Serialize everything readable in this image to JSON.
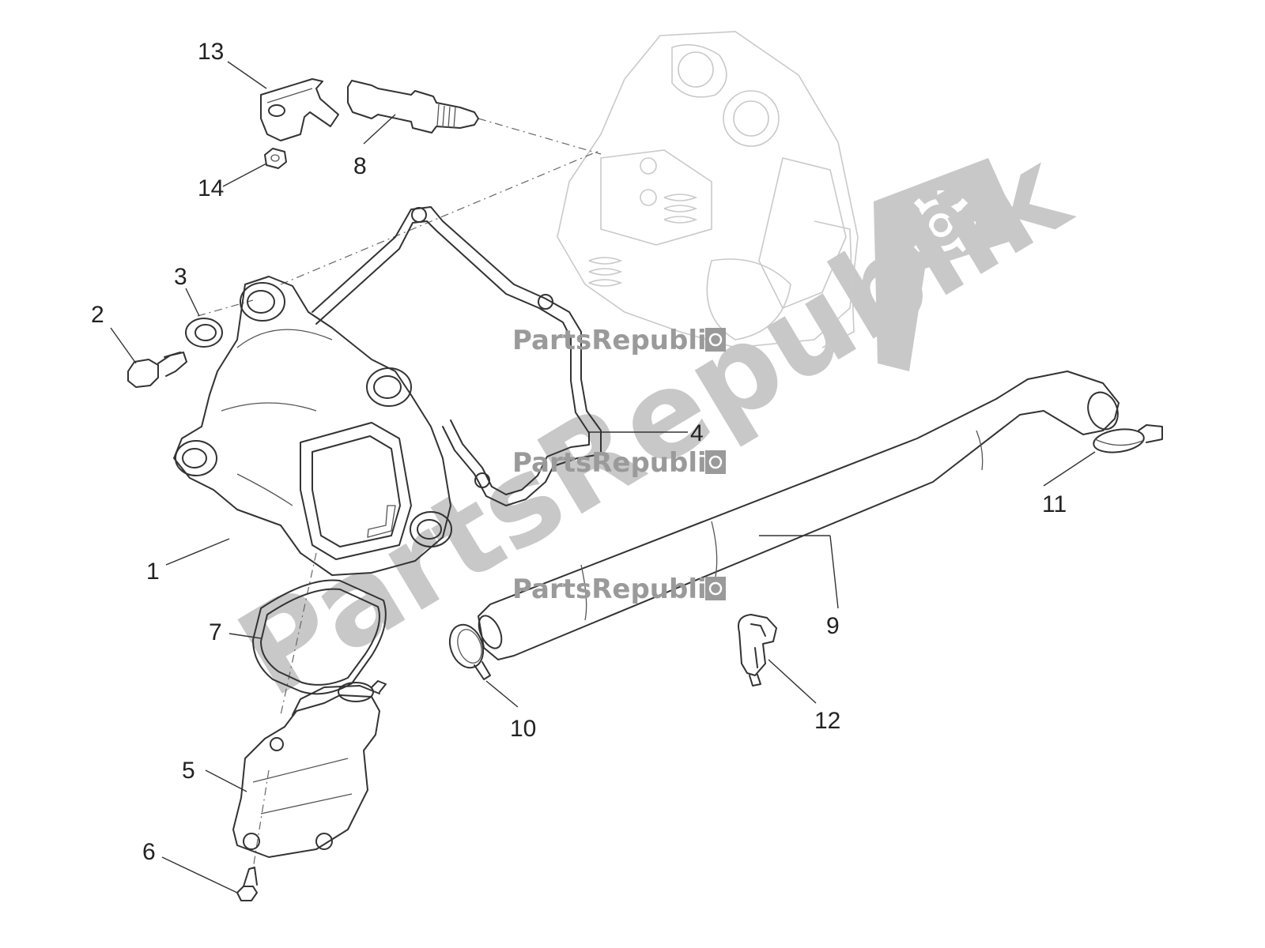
{
  "diagram": {
    "callouts": [
      "1",
      "2",
      "3",
      "4",
      "5",
      "6",
      "7",
      "8",
      "9",
      "10",
      "11",
      "12",
      "13",
      "14"
    ],
    "watermark_small": "PartsRepublik",
    "watermark_large": "PartsRepublik"
  },
  "colors": {
    "line": "#333333",
    "ghost": "#c9c9c9",
    "watermark": "#c8c8c8",
    "watermark_text": "#9a9a9a"
  },
  "icons": [
    "gear-icon",
    "flag-logo-icon"
  ]
}
